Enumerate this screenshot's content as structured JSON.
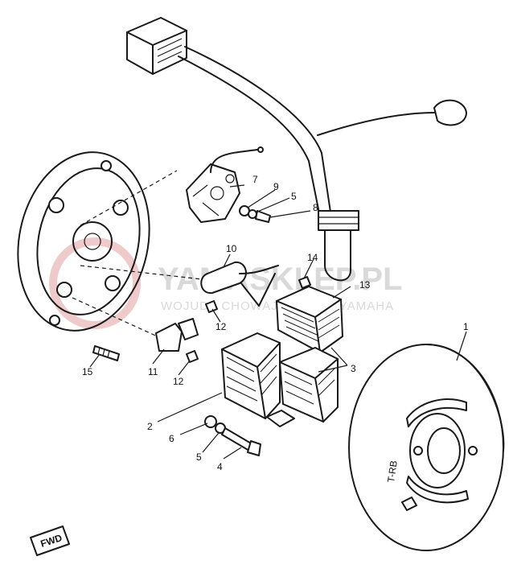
{
  "watermark": {
    "main_text": "YAMASKLEP.PL",
    "sub_text": "WOJUDA CHOWAJ DEALER YAMAHA",
    "color": "#d9d9d9",
    "logo_color": "#e8b4b4"
  },
  "fwd_marker": "FWD",
  "rotor_marking": "T-RB",
  "callouts": [
    "1",
    "2",
    "3",
    "4",
    "5",
    "5",
    "6",
    "7",
    "8",
    "9",
    "10",
    "11",
    "12",
    "12",
    "13",
    "14",
    "15"
  ]
}
